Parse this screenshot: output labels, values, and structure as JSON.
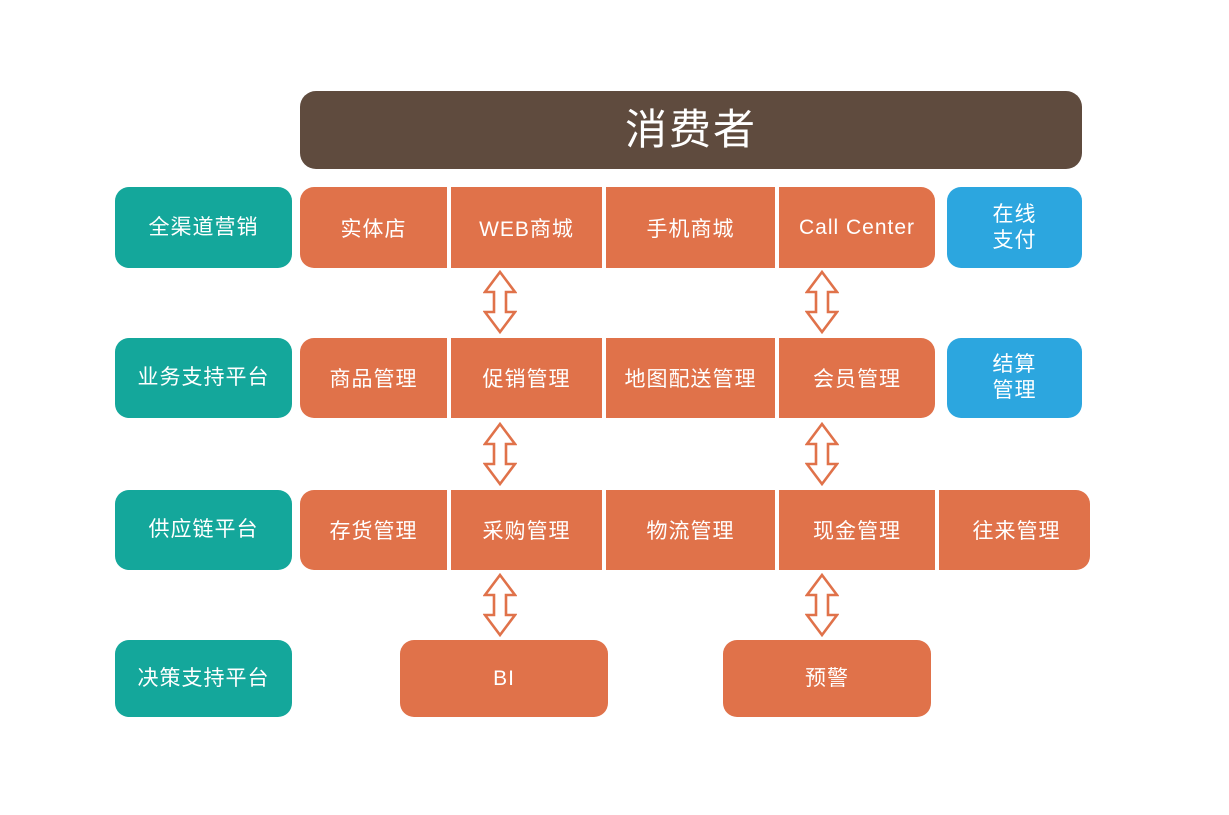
{
  "diagram": {
    "title": "消费者",
    "accent_colors": {
      "banner_brown": "#5f4b3e",
      "orange": "#e0724a",
      "teal": "#14a79b",
      "blue": "#2ca6df",
      "background": "#ffffff",
      "text": "#ffffff"
    }
  },
  "banner": {
    "label": "消费者"
  },
  "layers": [
    {
      "name": "layer-marketing",
      "sidebar_label": "全渠道营销",
      "cells": [
        {
          "label": "实体店",
          "color": "orange"
        },
        {
          "label": "WEB商城",
          "color": "orange"
        },
        {
          "label": "手机商城",
          "color": "orange"
        },
        {
          "label": "Call Center",
          "color": "orange"
        }
      ],
      "side_tile": {
        "label": "在线\n支付",
        "color": "blue"
      }
    },
    {
      "name": "layer-business-support",
      "sidebar_label": "业务支持平台",
      "cells": [
        {
          "label": "商品管理",
          "color": "orange"
        },
        {
          "label": "促销管理",
          "color": "orange"
        },
        {
          "label": "地图配送管理",
          "color": "orange"
        },
        {
          "label": "会员管理",
          "color": "orange"
        }
      ],
      "side_tile": {
        "label": "结算\n管理",
        "color": "blue"
      }
    },
    {
      "name": "layer-supply-chain",
      "sidebar_label": "供应链平台",
      "cells": [
        {
          "label": "存货管理",
          "color": "orange"
        },
        {
          "label": "采购管理",
          "color": "orange"
        },
        {
          "label": "物流管理",
          "color": "orange"
        },
        {
          "label": "现金管理",
          "color": "orange"
        },
        {
          "label": "往来管理",
          "color": "orange"
        }
      ],
      "side_tile": null
    },
    {
      "name": "layer-decision-support",
      "sidebar_label": "决策支持平台",
      "cells": [
        {
          "label": "BI",
          "color": "orange"
        },
        {
          "label": "预警",
          "color": "orange"
        }
      ],
      "side_tile": null
    }
  ],
  "connectors": [
    {
      "name": "connector-web-mall-to-promotion",
      "type": "double-arrow-vertical"
    },
    {
      "name": "connector-call-center-to-member",
      "type": "double-arrow-vertical"
    },
    {
      "name": "connector-promotion-to-purchase",
      "type": "double-arrow-vertical"
    },
    {
      "name": "connector-member-to-cash",
      "type": "double-arrow-vertical"
    },
    {
      "name": "connector-purchase-to-bi",
      "type": "double-arrow-vertical"
    },
    {
      "name": "connector-cash-to-alert",
      "type": "double-arrow-vertical"
    }
  ]
}
